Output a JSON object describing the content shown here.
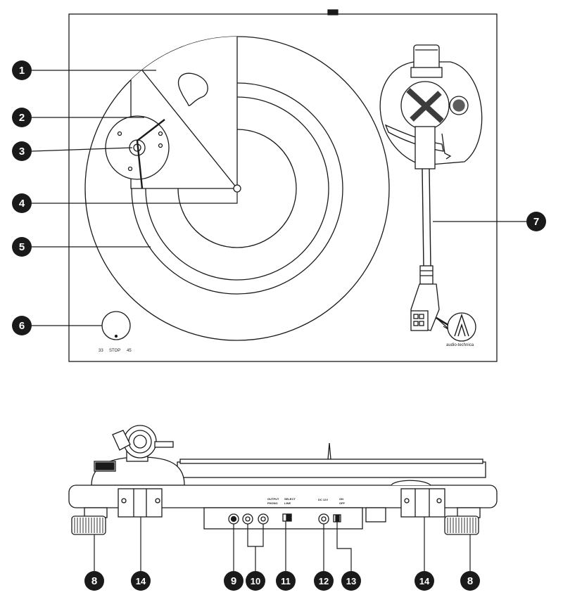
{
  "speed_selector": {
    "labels": [
      "33",
      "STOP",
      "45"
    ]
  },
  "brand_logo": {
    "text": "audio-technica"
  },
  "rear_panel": {
    "output_label": "OUTPUT",
    "phono_label": "PHONO",
    "select_label": "SELECT",
    "line_label": "LINE",
    "power_label": "ON",
    "off_label": "OFF",
    "dc_label": "DC 12V"
  },
  "callouts": [
    {
      "number": "1"
    },
    {
      "number": "2"
    },
    {
      "number": "3"
    },
    {
      "number": "4"
    },
    {
      "number": "5"
    },
    {
      "number": "6"
    },
    {
      "number": "7"
    },
    {
      "number": "8"
    },
    {
      "number": "14"
    },
    {
      "number": "9"
    },
    {
      "number": "10"
    },
    {
      "number": "11"
    },
    {
      "number": "12"
    },
    {
      "number": "13"
    },
    {
      "number": "14"
    },
    {
      "number": "8"
    }
  ],
  "colors": {
    "line": "#1a1a1a",
    "callout_fill": "#1a1a1a",
    "background": "#ffffff"
  }
}
